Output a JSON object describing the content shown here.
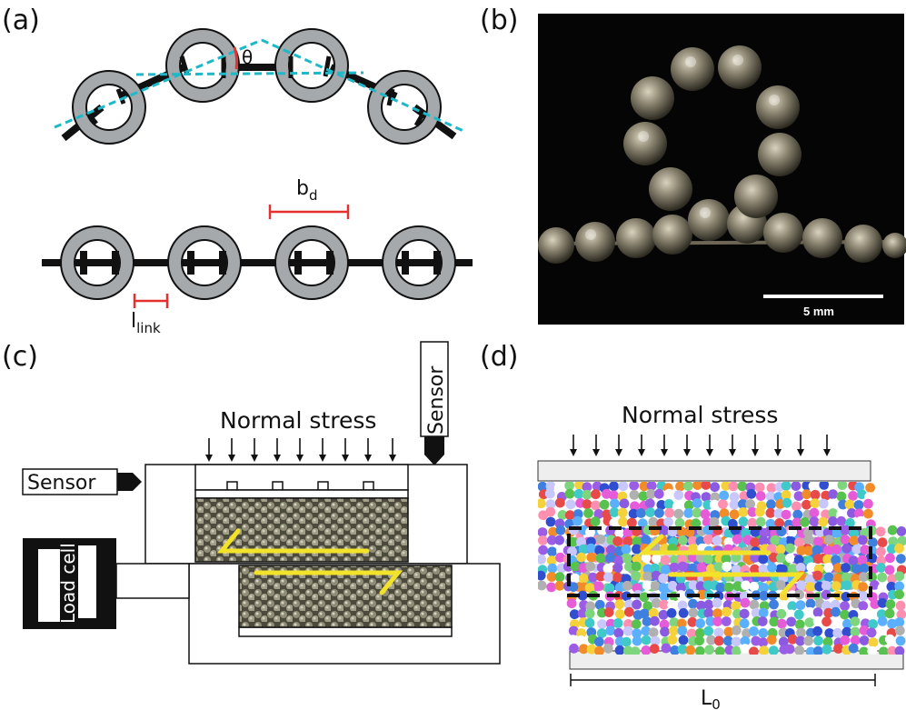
{
  "panels": {
    "a": {
      "label": "(a)",
      "theta": "θ",
      "bond_length": "b",
      "bond_length_sub": "d",
      "link_length": "l",
      "link_length_sub": "link"
    },
    "b": {
      "label": "(b)",
      "scale_bar": "5 mm"
    },
    "c": {
      "label": "(c)",
      "normal_stress": "Normal stress",
      "sensor_left": "Sensor",
      "sensor_top": "Sensor",
      "load_cell": "Load cell"
    },
    "d": {
      "label": "(d)",
      "normal_stress": "Normal stress",
      "length": "L",
      "length_sub": "0"
    }
  },
  "colors": {
    "bead_gray": "#a5a9ab",
    "outline": "#111111",
    "cyan_guide": "#1fb8c9",
    "red_marker": "#e53030",
    "yellow_arrow": "#f2e22a",
    "photo_background": "#050505"
  }
}
